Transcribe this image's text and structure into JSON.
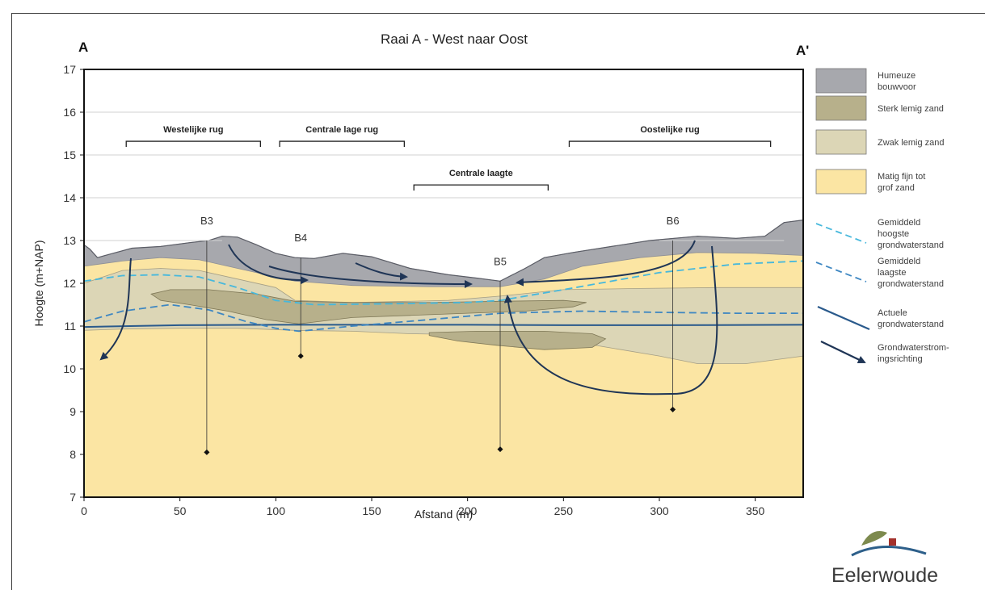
{
  "title": "Raai A -  West naar Oost",
  "section_start": "A",
  "section_end": "A'",
  "colors": {
    "humus": "#a7a8ad",
    "humus_edge": "#8d8f96",
    "strong_loam": "#b7b08b",
    "weak_loam": "#dcd6b6",
    "sand": "#fbe5a3",
    "ghg": "#47b8dc",
    "glg": "#3e87c2",
    "actual_gw": "#2a5a8c",
    "flow": "#1f3556",
    "brand_green": "#7d8a4e",
    "brand_red": "#a3312c",
    "brand_blue": "#2d5f8a"
  },
  "chart_data": {
    "type": "cross-section",
    "xlabel": "Afstand (m)",
    "ylabel": "Hoogte (m+NAP)",
    "xlim": [
      0,
      375
    ],
    "ylim": [
      7,
      17
    ],
    "xticks": [
      "0",
      "50",
      "100",
      "150",
      "200",
      "250",
      "300",
      "350"
    ],
    "yticks": [
      "7",
      "8",
      "9",
      "10",
      "11",
      "12",
      "13",
      "14",
      "15",
      "16",
      "17"
    ],
    "grid": "horizontal",
    "surface": [
      [
        0,
        12.9
      ],
      [
        3,
        12.8
      ],
      [
        7,
        12.6
      ],
      [
        15,
        12.7
      ],
      [
        25,
        12.82
      ],
      [
        40,
        12.86
      ],
      [
        55,
        12.95
      ],
      [
        65,
        13.0
      ],
      [
        72,
        13.1
      ],
      [
        80,
        13.08
      ],
      [
        90,
        12.9
      ],
      [
        100,
        12.7
      ],
      [
        110,
        12.6
      ],
      [
        120,
        12.58
      ],
      [
        135,
        12.7
      ],
      [
        150,
        12.62
      ],
      [
        170,
        12.35
      ],
      [
        190,
        12.2
      ],
      [
        205,
        12.12
      ],
      [
        217,
        12.05
      ],
      [
        230,
        12.35
      ],
      [
        240,
        12.6
      ],
      [
        255,
        12.72
      ],
      [
        275,
        12.86
      ],
      [
        295,
        13.0
      ],
      [
        320,
        13.1
      ],
      [
        340,
        13.05
      ],
      [
        355,
        13.1
      ],
      [
        365,
        13.42
      ],
      [
        375,
        13.48
      ]
    ],
    "humus_base": [
      [
        0,
        12.4
      ],
      [
        20,
        12.52
      ],
      [
        40,
        12.6
      ],
      [
        60,
        12.55
      ],
      [
        80,
        12.35
      ],
      [
        100,
        12.15
      ],
      [
        110,
        12.05
      ],
      [
        140,
        11.95
      ],
      [
        180,
        11.92
      ],
      [
        217,
        11.92
      ],
      [
        240,
        12.1
      ],
      [
        260,
        12.4
      ],
      [
        290,
        12.6
      ],
      [
        320,
        12.72
      ],
      [
        350,
        12.7
      ],
      [
        375,
        12.65
      ]
    ],
    "weak_loam_zone": [
      [
        [
          0,
          12.0
        ],
        [
          20,
          12.3
        ],
        [
          40,
          12.35
        ],
        [
          60,
          12.3
        ],
        [
          80,
          12.1
        ],
        [
          100,
          11.9
        ],
        [
          110,
          11.6
        ],
        [
          140,
          11.55
        ],
        [
          190,
          11.6
        ],
        [
          217,
          11.7
        ],
        [
          250,
          11.85
        ],
        [
          290,
          11.88
        ],
        [
          330,
          11.9
        ],
        [
          375,
          11.9
        ]
      ],
      [
        [
          375,
          10.3
        ],
        [
          345,
          10.12
        ],
        [
          320,
          10.12
        ],
        [
          300,
          10.3
        ],
        [
          260,
          10.6
        ],
        [
          230,
          10.78
        ],
        [
          200,
          10.8
        ],
        [
          170,
          10.82
        ],
        [
          140,
          10.88
        ],
        [
          110,
          10.9
        ],
        [
          80,
          10.95
        ],
        [
          50,
          10.95
        ],
        [
          20,
          10.93
        ],
        [
          0,
          10.9
        ]
      ]
    ],
    "strong_loam_lenses": [
      [
        [
          35,
          11.75
        ],
        [
          45,
          11.85
        ],
        [
          65,
          11.85
        ],
        [
          90,
          11.75
        ],
        [
          110,
          11.58
        ],
        [
          140,
          11.55
        ],
        [
          180,
          11.55
        ],
        [
          217,
          11.58
        ],
        [
          250,
          11.6
        ],
        [
          262,
          11.55
        ],
        [
          255,
          11.45
        ],
        [
          230,
          11.35
        ],
        [
          200,
          11.3
        ],
        [
          170,
          11.25
        ],
        [
          140,
          11.2
        ],
        [
          112,
          11.05
        ],
        [
          95,
          11.15
        ],
        [
          75,
          11.35
        ],
        [
          55,
          11.5
        ],
        [
          40,
          11.6
        ]
      ],
      [
        [
          180,
          10.85
        ],
        [
          205,
          10.88
        ],
        [
          240,
          10.88
        ],
        [
          265,
          10.82
        ],
        [
          272,
          10.7
        ],
        [
          265,
          10.5
        ],
        [
          240,
          10.45
        ],
        [
          215,
          10.55
        ],
        [
          195,
          10.65
        ],
        [
          180,
          10.78
        ]
      ]
    ],
    "ghg": [
      [
        0,
        12.05
      ],
      [
        20,
        12.18
      ],
      [
        40,
        12.2
      ],
      [
        60,
        12.15
      ],
      [
        80,
        11.9
      ],
      [
        100,
        11.6
      ],
      [
        120,
        11.5
      ],
      [
        160,
        11.52
      ],
      [
        200,
        11.55
      ],
      [
        217,
        11.6
      ],
      [
        250,
        11.85
      ],
      [
        300,
        12.25
      ],
      [
        340,
        12.45
      ],
      [
        375,
        12.52
      ]
    ],
    "glg": [
      [
        0,
        11.1
      ],
      [
        20,
        11.35
      ],
      [
        45,
        11.5
      ],
      [
        65,
        11.38
      ],
      [
        85,
        11.1
      ],
      [
        100,
        10.95
      ],
      [
        112,
        10.88
      ],
      [
        140,
        11.0
      ],
      [
        180,
        11.15
      ],
      [
        217,
        11.3
      ],
      [
        260,
        11.35
      ],
      [
        300,
        11.32
      ],
      [
        340,
        11.3
      ],
      [
        375,
        11.3
      ]
    ],
    "actual_gw": [
      [
        0,
        10.98
      ],
      [
        50,
        11.02
      ],
      [
        100,
        11.03
      ],
      [
        150,
        11.03
      ],
      [
        200,
        11.03
      ],
      [
        250,
        11.02
      ],
      [
        300,
        11.02
      ],
      [
        375,
        11.03
      ]
    ],
    "boreholes": [
      {
        "name": "B3",
        "x": 64,
        "bottom": 8.05
      },
      {
        "name": "B4",
        "x": 113,
        "bottom": 10.3
      },
      {
        "name": "B5",
        "x": 217,
        "bottom": 8.12
      },
      {
        "name": "B6",
        "x": 307,
        "bottom": 9.05
      }
    ],
    "zones": [
      {
        "label": "Westelijke rug",
        "x0": 22,
        "x1": 92,
        "y": 15.32
      },
      {
        "label": "Centrale lage rug",
        "x0": 102,
        "x1": 167,
        "y": 15.32
      },
      {
        "label": "Centrale laagte",
        "x0": 172,
        "x1": 242,
        "y": 14.3
      },
      {
        "label": "Oostelijke rug",
        "x0": 253,
        "x1": 358,
        "y": 15.32
      }
    ]
  },
  "legend": [
    {
      "label": "Humeuze bouwvoor",
      "lines": [
        "Humeuze",
        "bouwvoor"
      ],
      "kind": "box",
      "color_key": "humus"
    },
    {
      "label": "Sterk lemig zand",
      "lines": [
        "Sterk lemig zand"
      ],
      "kind": "box",
      "color_key": "strong_loam"
    },
    {
      "label": "Zwak lemig zand",
      "lines": [
        "Zwak lemig zand"
      ],
      "kind": "box",
      "color_key": "weak_loam"
    },
    {
      "label": "Matig fijn tot grof zand",
      "lines": [
        "Matig fijn tot",
        "grof zand"
      ],
      "kind": "box",
      "color_key": "sand"
    },
    {
      "label": "Gemiddeld hoogste grondwaterstand",
      "lines": [
        "Gemiddeld",
        "hoogste",
        "grondwaterstand"
      ],
      "kind": "dash",
      "color_key": "ghg"
    },
    {
      "label": "Gemiddeld laagste grondwaterstand",
      "lines": [
        "Gemiddeld",
        "laagste",
        "grondwaterstand"
      ],
      "kind": "dash",
      "color_key": "glg"
    },
    {
      "label": "Actuele grondwaterstand",
      "lines": [
        "Actuele",
        "grondwaterstand"
      ],
      "kind": "solid",
      "color_key": "actual_gw"
    },
    {
      "label": "Grondwaterstromingsrichting",
      "lines": [
        "Grondwaterstrom-",
        "ingsrichting"
      ],
      "kind": "arrow",
      "color_key": "flow"
    }
  ],
  "logo": {
    "text": "Eelerwoude"
  }
}
